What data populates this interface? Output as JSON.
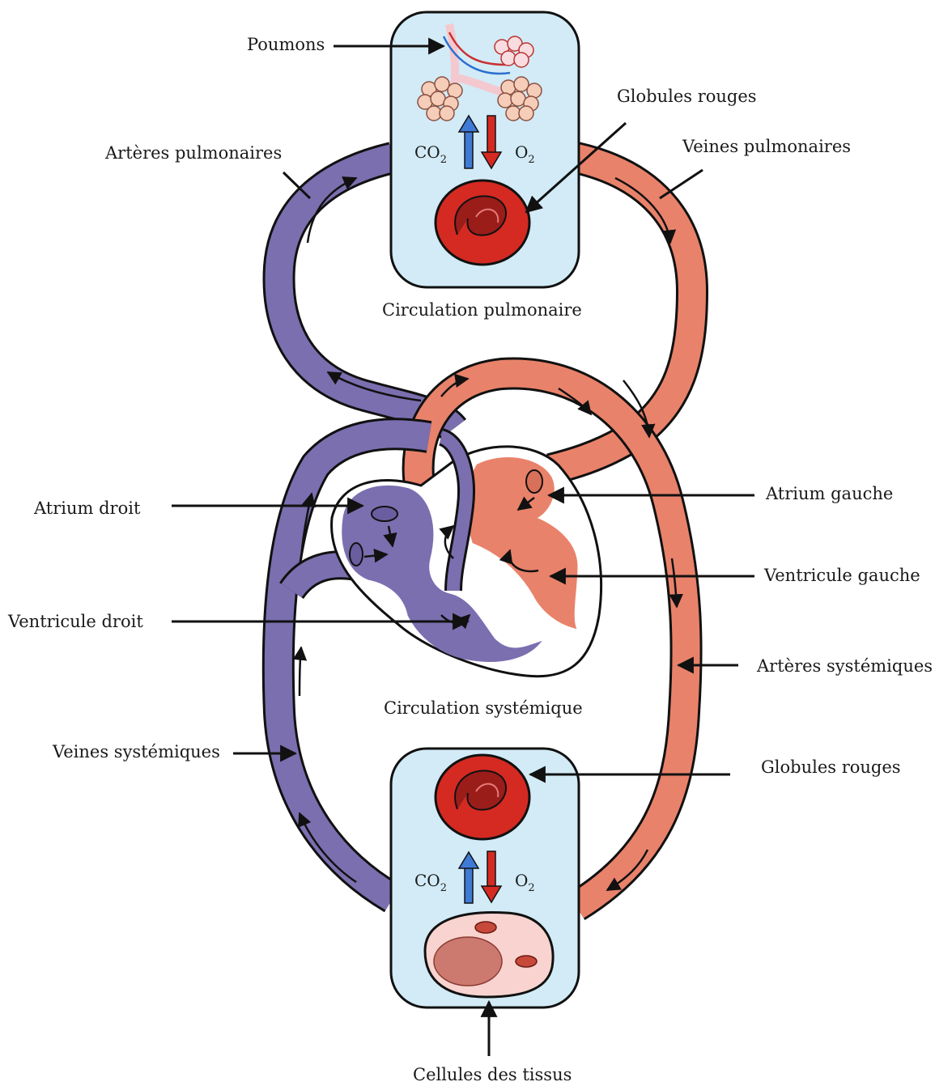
{
  "colors": {
    "panel_fill": "#d2ebf6",
    "deoxygenated_blood": "#7b6fb0",
    "oxygenated_blood": "#e9826a",
    "red_blood_cell": "#d42a22",
    "red_blood_cell_dark": "#8f1c19",
    "co2_arrow": "#3e7ad6",
    "o2_arrow": "#d42a22",
    "tissue_cell": "#f8d3cf",
    "tissue_nucleus": "#cc7a70",
    "outline": "#111111"
  },
  "labels": {
    "lungs": "Poumons",
    "pulmonary_arteries": "Artères pulmonaires",
    "red_cells_top": "Globules rouges",
    "pulmonary_veins": "Veines pulmonaires",
    "pulmonary_circulation": "Circulation pulmonaire",
    "right_atrium": "Atrium droit",
    "left_atrium": "Atrium gauche",
    "left_ventricle": "Ventricule gauche",
    "right_ventricle": "Ventricule droit",
    "systemic_arteries": "Artères systémiques",
    "systemic_circulation": "Circulation systémique",
    "systemic_veins": "Veines systémiques",
    "red_cells_bottom": "Globules rouges",
    "tissue_cells": "Cellules des tissus"
  },
  "gas_exchange": {
    "top": {
      "co2": "CO",
      "co2_sub": "2",
      "o2": "O",
      "o2_sub": "2"
    },
    "bottom": {
      "co2": "CO",
      "co2_sub": "2",
      "o2": "O",
      "o2_sub": "2"
    }
  }
}
